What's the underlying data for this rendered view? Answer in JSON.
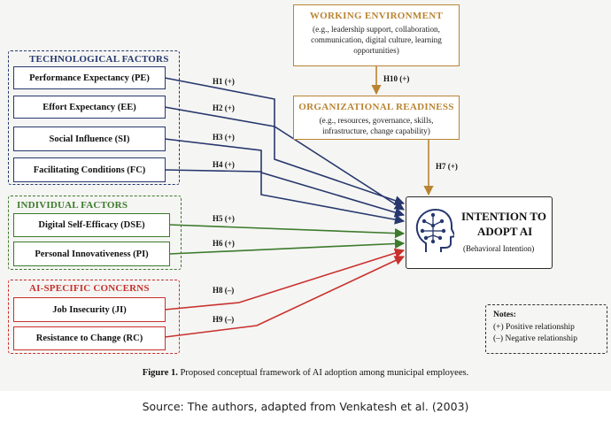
{
  "groups": {
    "technological": {
      "title": "TECHNOLOGICAL FACTORS",
      "color": "#27386e",
      "factors": [
        "Performance Expectancy (PE)",
        "Effort Expectancy (EE)",
        "Social Influence (SI)",
        "Facilitating Conditions (FC)"
      ]
    },
    "individual": {
      "title": "INDIVIDUAL FACTORS",
      "color": "#3c7a2c",
      "factors": [
        "Digital Self-Efficacy (DSE)",
        "Personal Innovativeness (PI)"
      ]
    },
    "ai_concerns": {
      "title": "AI-SPECIFIC CONCERNS",
      "color": "#c8302c",
      "factors": [
        "Job Insecurity (JI)",
        "Resistance to Change (RC)"
      ]
    }
  },
  "working_environment": {
    "title": "WORKING ENVIRONMENT",
    "desc_1": "(e.g., leadership support, collaboration,",
    "desc_2": "communication, digital culture, learning",
    "desc_3": "opportunities)"
  },
  "organizational_readiness": {
    "title": "ORGANIZATIONAL READINESS",
    "desc_1": "(e.g., resources, governance, skills,",
    "desc_2": "infrastructure, change capability)"
  },
  "accent_color": "#b98432",
  "hypotheses": {
    "h1": "H1 (+)",
    "h2": "H2 (+)",
    "h3": "H3 (+)",
    "h4": "H4 (+)",
    "h5": "H5 (+)",
    "h6": "H6 (+)",
    "h7": "H7 (+)",
    "h8": "H8 (–)",
    "h9": "H9 (–)",
    "h10": "H10 (+)"
  },
  "outcome": {
    "title_1": "INTENTION TO",
    "title_2": "ADOPT AI",
    "subtitle": "(Behavioral Intention)",
    "icon": "ai-head-icon"
  },
  "notes": {
    "title": "Notes:",
    "positive": "(+) Positive relationship",
    "negative": "(–) Negative relationship"
  },
  "caption": {
    "label": "Figure 1.",
    "text": "Proposed conceptual framework of AI adoption among municipal employees."
  },
  "source": "Source: The authors, adapted from Venkatesh et al. (2003)"
}
